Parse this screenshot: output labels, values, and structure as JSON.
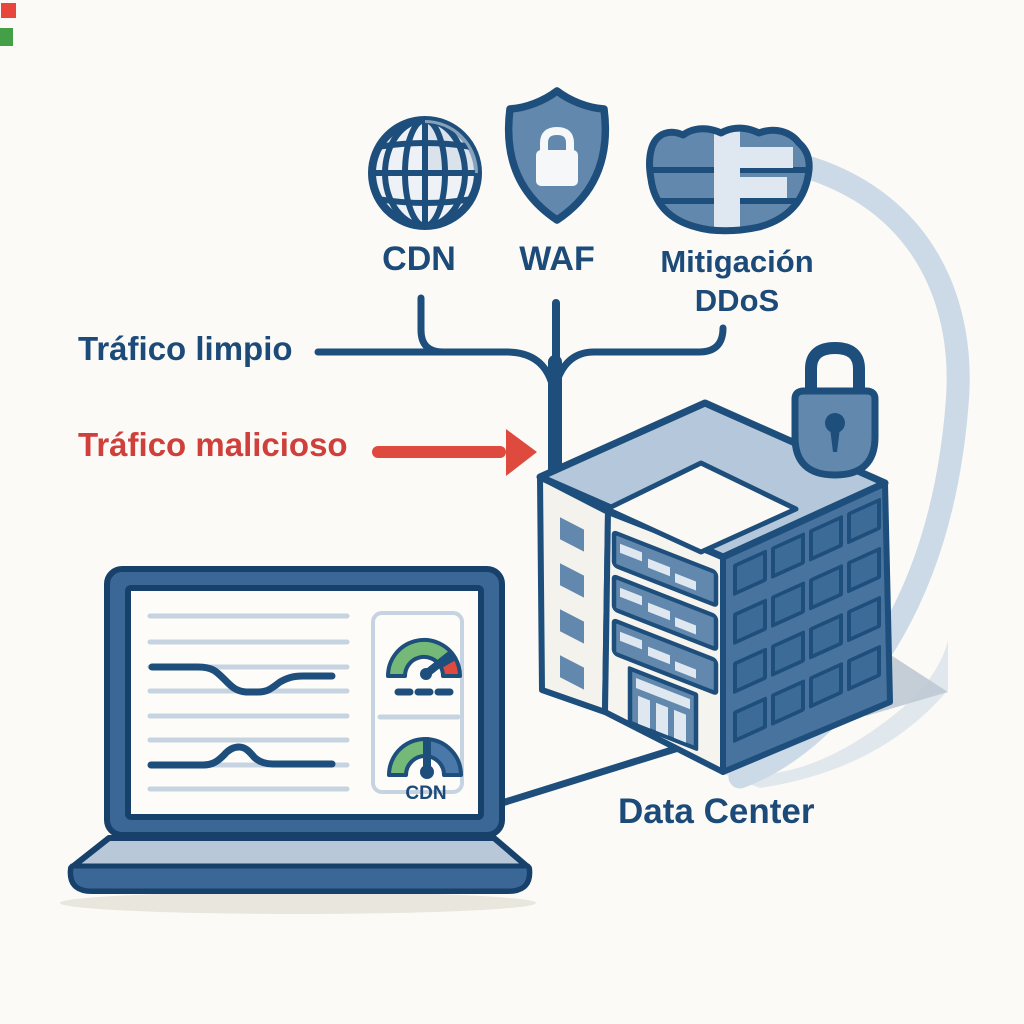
{
  "diagram": {
    "service_icons": [
      {
        "id": "cdn",
        "label": "CDN",
        "icon": "globe-icon"
      },
      {
        "id": "waf",
        "label": "WAF",
        "icon": "shield-lock-icon"
      },
      {
        "id": "ddos",
        "label_line1": "Mitigación",
        "label_line2": "DDoS",
        "icon": "firewall-icon"
      }
    ],
    "flows": [
      {
        "id": "clean",
        "label": "Tráfico limpio"
      },
      {
        "id": "malicious",
        "label": "Tráfico malicioso"
      }
    ],
    "data_center_label": "Data Center",
    "laptop_dashboard": {
      "gauge_label": "CDN"
    }
  },
  "colors": {
    "bg": "#fbfaf6",
    "navy": "#1d4e7c",
    "navy-dark": "#17406b",
    "text-navy": "#1c4a79",
    "red": "#df4a3f",
    "red-text": "#cf403c",
    "green": "#74b977",
    "slate": "#4a78a8",
    "mid-blue": "#6288ad",
    "screen-frame": "#3a6795",
    "face-dark": "#47739e",
    "window-dark": "#3d6b97",
    "roof-light": "#b5c8db",
    "pale-line": "#ccd9e6",
    "light-fill": "#dfe8f0",
    "grid-light": "#c6d3e0",
    "laptop-base": "#b9c8d9",
    "paper-face": "#f4f2ec",
    "shadow": "#e9e6dd",
    "wedge": "#bfc9d4",
    "corner-red": "#e8453c",
    "corner-green": "#43a047"
  }
}
